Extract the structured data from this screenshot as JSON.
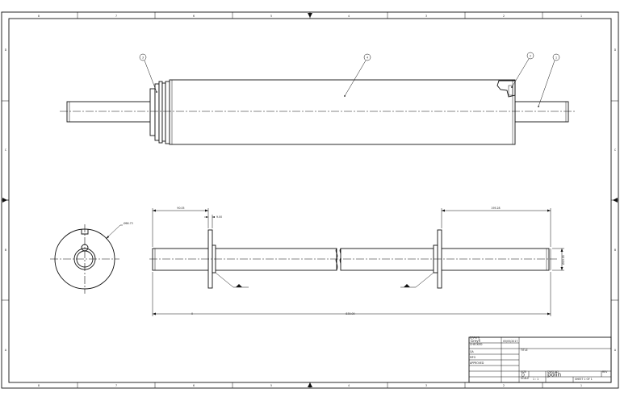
{
  "border": {
    "columns": [
      "8",
      "7",
      "6",
      "5",
      "4",
      "3",
      "2",
      "1"
    ],
    "rows": [
      "D",
      "C",
      "B",
      "A"
    ]
  },
  "balloons": [
    "3",
    "4",
    "2",
    "1"
  ],
  "dims": {
    "d1": "90.05",
    "d2": "9.00",
    "d3": "195.28",
    "d4": "830.00",
    "dia": "Ø66.73",
    "end_dia": "Ø19.05",
    "left_tick": "0"
  },
  "title_block": {
    "drawn_label": "DRAWN",
    "drawn_by": "Greyfi",
    "date": "05/05/2017",
    "checked_label": "CHECKED",
    "qa_label": "QA",
    "mfg_label": "MFG",
    "approved_label": "APPROVED",
    "title_label": "TITLE",
    "size_label": "SIZE",
    "size": "D",
    "dwg_label": "DWG NO",
    "dwg_no": "polin",
    "rev_label": "REV",
    "scale_label": "SCALE",
    "scale": "1 : 1",
    "sheet": "SHEET 1 OF 1"
  }
}
